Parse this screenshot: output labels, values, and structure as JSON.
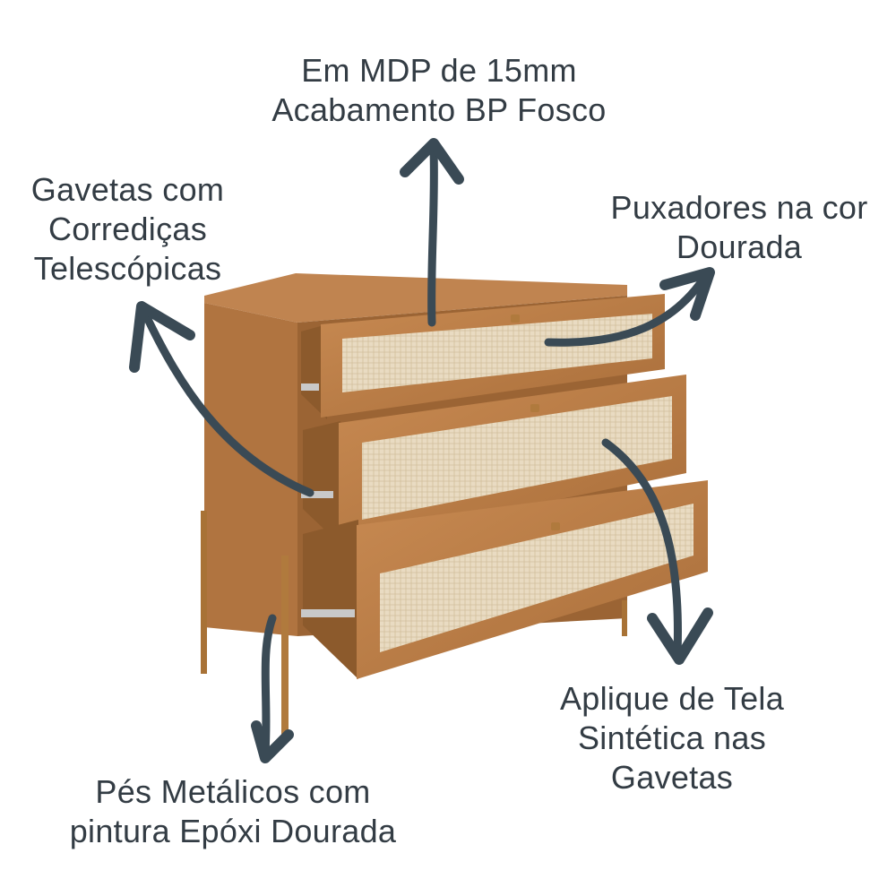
{
  "callouts": {
    "material": {
      "line1": "Em MDP de 15mm",
      "line2": "Acabamento BP Fosco"
    },
    "slides": {
      "line1": "Gavetas com",
      "line2": "Corrediças",
      "line3": "Telescópicas"
    },
    "handles": {
      "line1": "Puxadores na cor",
      "line2": "Dourada"
    },
    "mesh": {
      "line1": "Aplique de Tela",
      "line2": "Sintética nas",
      "line3": "Gavetas"
    },
    "feet": {
      "line1": "Pés Metálicos com",
      "line2": "pintura Epóxi Dourada"
    }
  },
  "colors": {
    "wood": "#b87a45",
    "wood_dark": "#8f5a2c",
    "wood_side": "#a46a37",
    "rattan": "#e8d8bd",
    "gold": "#b07a3d",
    "arrow": "#3a4a55",
    "text": "#333c44"
  }
}
